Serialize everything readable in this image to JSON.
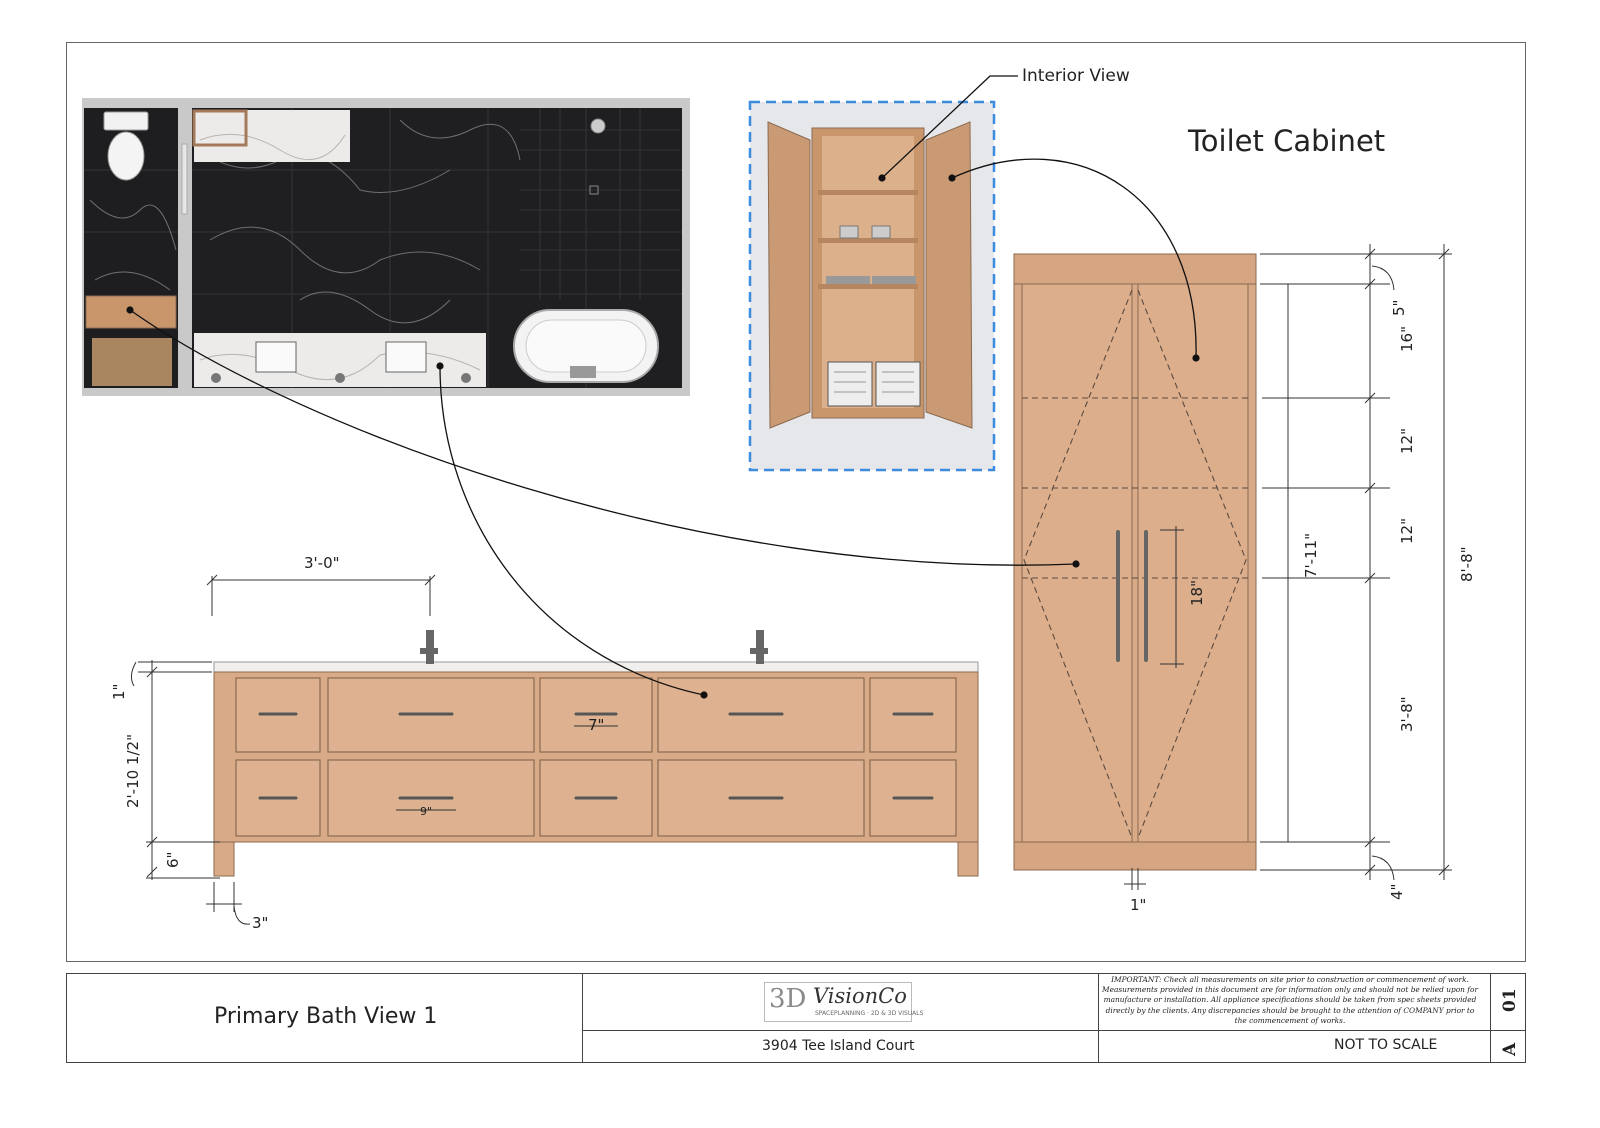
{
  "sheet": {
    "title": "Primary Bath View 1",
    "address": "3904 Tee Island Court",
    "scale_note": "NOT TO SCALE",
    "sheet_number": "01",
    "sheet_letter": "A",
    "disclaimer": "IMPORTANT: Check all measurements on site prior to construction or commencement of work. Measurements provided in this document are for information only and should not be relied upon for manufacture or installation. All appliance specifications should be taken from spec sheets provided directly by the clients. Any discrepancies should be brought to the attention of COMPANY prior to the commencement of works."
  },
  "logo": {
    "brand_3d": "3D",
    "brand_name": "VisionCo",
    "tagline": "SPACEPLANNING · 2D & 3D VISUALS"
  },
  "labels": {
    "interior_view": "Interior View",
    "toilet_cabinet": "Toilet Cabinet"
  },
  "vanity_dims": {
    "width": "3'-0\"",
    "top": "1\"",
    "height": "2'-10 1/2\"",
    "legs": "6\"",
    "leg_width": "3\"",
    "handle_small": "7\"",
    "handle_large": "9\""
  },
  "cabinet_dims": {
    "top_trim": "5\"",
    "section1": "16\"",
    "section2": "12\"",
    "section3": "12\"",
    "section4": "3'-8\"",
    "base": "4\"",
    "door_height": "7'-11\"",
    "overall": "8'-8\"",
    "handle": "18\"",
    "gap": "1\""
  },
  "colors": {
    "wood": "#d9aa88",
    "wood_dark": "#b9876a",
    "tile": "#1e1e20",
    "marble": "#ecebea",
    "dash_blue": "#3d8be0"
  }
}
